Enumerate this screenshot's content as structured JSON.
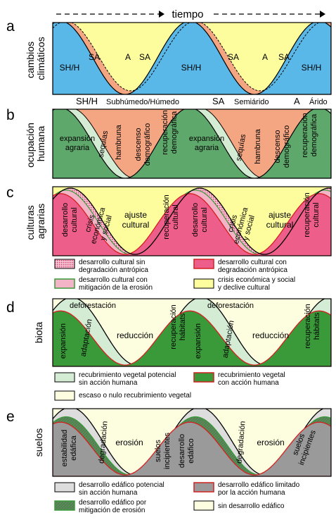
{
  "timeline": {
    "label": "tiempo"
  },
  "colors": {
    "humid": "#5ab8e8",
    "semi": "#f4a582",
    "arid": "#fdfd9e",
    "green": "#5fa86c",
    "dark_green": "#3a9a3a",
    "pale_green": "#d4ecd4",
    "pink": "#ee5e8a",
    "light_pink": "#f4b4c8",
    "pale_yellow": "#fdfde0",
    "grey": "#9a9a9a",
    "light_grey": "#dddddd",
    "red_line": "#d42020"
  },
  "panels": [
    {
      "letter": "a",
      "side_label": [
        "cambios",
        "climáticos"
      ],
      "labels": [
        {
          "text": "SH/H"
        },
        {
          "text": "SA"
        },
        {
          "text": "A"
        },
        {
          "text": "SA"
        },
        {
          "text": "SH/H"
        },
        {
          "text": "SA"
        },
        {
          "text": "A"
        },
        {
          "text": "SA"
        },
        {
          "text": "SH/H"
        }
      ],
      "key": [
        {
          "code": "SH/H",
          "name": "Subhúmedo/Húmedo"
        },
        {
          "code": "SA",
          "name": "Semiárido"
        },
        {
          "code": "A",
          "name": "Árido"
        }
      ]
    },
    {
      "letter": "b",
      "side_label": [
        "ocupación",
        "humana"
      ],
      "labels": [
        {
          "lines": [
            "expansión",
            "agraria"
          ]
        },
        {
          "lines": [
            "sequías"
          ]
        },
        {
          "lines": [
            "hambruna"
          ]
        },
        {
          "lines": [
            "descenso",
            "demográfico"
          ]
        },
        {
          "lines": [
            "recuperación",
            "demográfica"
          ]
        },
        {
          "lines": [
            "expansión",
            "agraria"
          ]
        },
        {
          "lines": [
            "sequías"
          ]
        },
        {
          "lines": [
            "hambruna"
          ]
        },
        {
          "lines": [
            "descenso",
            "demográfico"
          ]
        },
        {
          "lines": [
            "recuperación",
            "demográfica"
          ]
        }
      ]
    },
    {
      "letter": "c",
      "side_label": [
        "culturas",
        "agrarias"
      ],
      "labels": [
        {
          "lines": [
            "desarrollo",
            "cultural"
          ]
        },
        {
          "lines": [
            "crisis",
            "económica",
            "y social"
          ]
        },
        {
          "lines": [
            "ajuste",
            "cultural"
          ]
        },
        {
          "lines": [
            "recuperación",
            "cultural"
          ]
        },
        {
          "lines": [
            "desarrollo",
            "cultural"
          ]
        },
        {
          "lines": [
            "crisis",
            "económica",
            "y social"
          ]
        },
        {
          "lines": [
            "ajuste",
            "cultural"
          ]
        },
        {
          "lines": [
            "recuperación",
            "cultural"
          ]
        }
      ],
      "legend": [
        [
          "desarrollo cultural sin",
          "degradación antrópica"
        ],
        [
          "desarrollo cultural con",
          "degradación antrópica"
        ],
        [
          "desarrollo cultural con",
          "mitigación de la erosión"
        ],
        [
          "crisis económica y social",
          "y declive cultural"
        ]
      ]
    },
    {
      "letter": "d",
      "side_label": [
        "biota"
      ],
      "labels": [
        {
          "lines": [
            "deforestación"
          ]
        },
        {
          "lines": [
            "expansión"
          ]
        },
        {
          "lines": [
            "adaptación"
          ]
        },
        {
          "lines": [
            "reducción"
          ]
        },
        {
          "lines": [
            "recuperación",
            "hábitats"
          ]
        },
        {
          "lines": [
            "expansión"
          ]
        },
        {
          "lines": [
            "deforestación"
          ]
        },
        {
          "lines": [
            "adaptación"
          ]
        },
        {
          "lines": [
            "reducción"
          ]
        },
        {
          "lines": [
            "recuperación",
            "hábitats"
          ]
        }
      ],
      "legend": [
        [
          "recubrimiento vegetal potencial",
          "sin acción humana"
        ],
        [
          "recubrimiento vegetal",
          "con acción humana"
        ],
        [
          "escaso o nulo recubrimiento vegetal"
        ]
      ]
    },
    {
      "letter": "e",
      "side_label": [
        "suelos"
      ],
      "labels": [
        {
          "lines": [
            "estabilidad",
            "edáfica"
          ]
        },
        {
          "lines": [
            "degradación"
          ]
        },
        {
          "lines": [
            "erosión"
          ]
        },
        {
          "lines": [
            "suelos",
            "incipientes"
          ]
        },
        {
          "lines": [
            "desarrollo",
            "edáfico"
          ]
        },
        {
          "lines": [
            "degradación"
          ]
        },
        {
          "lines": [
            "erosión"
          ]
        },
        {
          "lines": [
            "suelos",
            "incipientes"
          ]
        }
      ],
      "legend": [
        [
          "desarrollo edáfico potencial",
          "sin acción humana"
        ],
        [
          "desarrollo edáfico limitado",
          "por la acción humana"
        ],
        [
          "desarrollo edáfico por",
          "mitigación de erosión"
        ],
        [
          "sin desarrollo edáfico"
        ]
      ]
    }
  ]
}
